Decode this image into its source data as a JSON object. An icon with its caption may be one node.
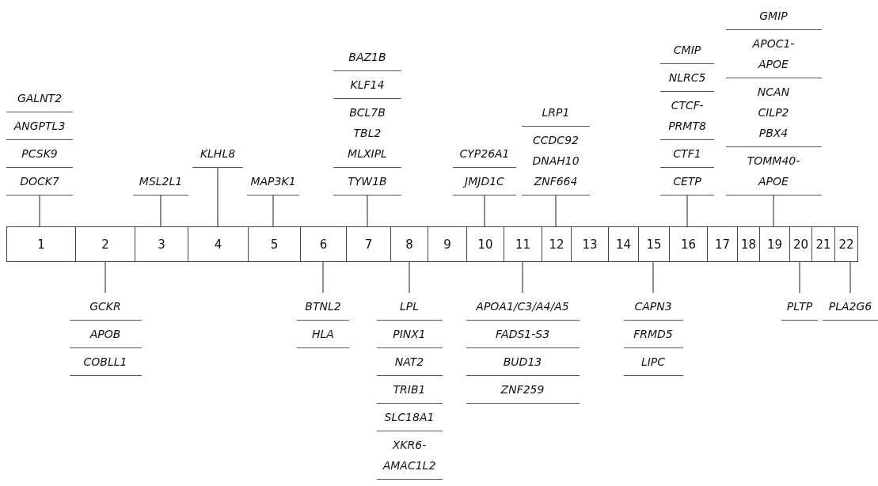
{
  "diagram": {
    "nodes": [
      {
        "text": [
          "1"
        ]
      },
      {
        "text": [
          "2"
        ]
      },
      {
        "text": [
          "3"
        ]
      },
      {
        "text": [
          "4"
        ]
      },
      {
        "text": [
          "5"
        ]
      },
      {
        "text": [
          "6"
        ]
      },
      {
        "text": [
          "7"
        ]
      },
      {
        "text": [
          "8"
        ]
      },
      {
        "text": [
          "9"
        ]
      },
      {
        "text": [
          "10"
        ]
      },
      {
        "text": [
          "11"
        ]
      },
      {
        "text": [
          "12"
        ]
      },
      {
        "text": [
          "13"
        ]
      },
      {
        "text": [
          "14"
        ]
      },
      {
        "text": [
          "15"
        ]
      },
      {
        "text": [
          "16"
        ]
      },
      {
        "text": [
          "17"
        ]
      },
      {
        "text": [
          "18"
        ]
      },
      {
        "text": [
          "19"
        ]
      },
      {
        "text": [
          "20"
        ]
      },
      {
        "text": [
          "21"
        ]
      },
      {
        "text": [
          "22"
        ]
      },
      {
        "text": [
          "GALNT2",
          "ANGPTL3",
          "PCSK9",
          "DOCK7"
        ]
      },
      {
        "text": [
          "MSL2L1"
        ]
      },
      {
        "text": [
          "KLHL8"
        ]
      },
      {
        "text": [
          "MAP3K1"
        ]
      },
      {
        "text": [
          "BAZ1B",
          "KLF14",
          "BCL7B TBL2 MLXIPL",
          "TYW1B"
        ]
      },
      {
        "text": [
          "CYP26A1",
          "JMJD1C"
        ]
      },
      {
        "text": [
          "LRP1",
          "CCDC92 DNAH10 ZNF664"
        ]
      },
      {
        "text": [
          "CMIP",
          "NLRC5",
          "CTCF-PRMT8",
          "CTF1",
          "CETP"
        ]
      },
      {
        "text": [
          "GMIP",
          "APOC1-APOE",
          "NCAN CILP2 PBX4",
          "TOMM40-APOE"
        ]
      },
      {
        "text": [
          "GCKR",
          "APOB",
          "COBLL1"
        ]
      },
      {
        "text": [
          "BTNL2",
          "HLA"
        ]
      },
      {
        "text": [
          "LPL",
          "PINX1",
          "NAT2",
          "TRIB1",
          "SLC18A1",
          "XKR6-AMAC1L2"
        ]
      },
      {
        "text": [
          "APOA1/C3/A4/A5",
          "FADS1-S3",
          "BUD13",
          "ZNF259"
        ]
      },
      {
        "text": [
          "CAPN3",
          "FRMD5",
          "LIPC"
        ]
      },
      {
        "text": [
          "PLTP"
        ]
      },
      {
        "text": [
          "PLA2G6"
        ]
      }
    ],
    "edges": [
      {
        "from": 0,
        "to": 22,
        "arrow": "none"
      },
      {
        "from": 2,
        "to": 23,
        "arrow": "none"
      },
      {
        "from": 3,
        "to": 24,
        "arrow": "none"
      },
      {
        "from": 4,
        "to": 25,
        "arrow": "none"
      },
      {
        "from": 6,
        "to": 26,
        "arrow": "none"
      },
      {
        "from": 9,
        "to": 27,
        "arrow": "none"
      },
      {
        "from": 11,
        "to": 28,
        "arrow": "none"
      },
      {
        "from": 15,
        "to": 29,
        "arrow": "none"
      },
      {
        "from": 18,
        "to": 30,
        "arrow": "none"
      },
      {
        "from": 1,
        "to": 31,
        "arrow": "none"
      },
      {
        "from": 5,
        "to": 32,
        "arrow": "none"
      },
      {
        "from": 7,
        "to": 33,
        "arrow": "none"
      },
      {
        "from": 10,
        "to": 34,
        "arrow": "none"
      },
      {
        "from": 14,
        "to": 35,
        "arrow": "none"
      },
      {
        "from": 19,
        "to": 36,
        "arrow": "none"
      },
      {
        "from": 21,
        "to": 37,
        "arrow": "none"
      }
    ]
  }
}
